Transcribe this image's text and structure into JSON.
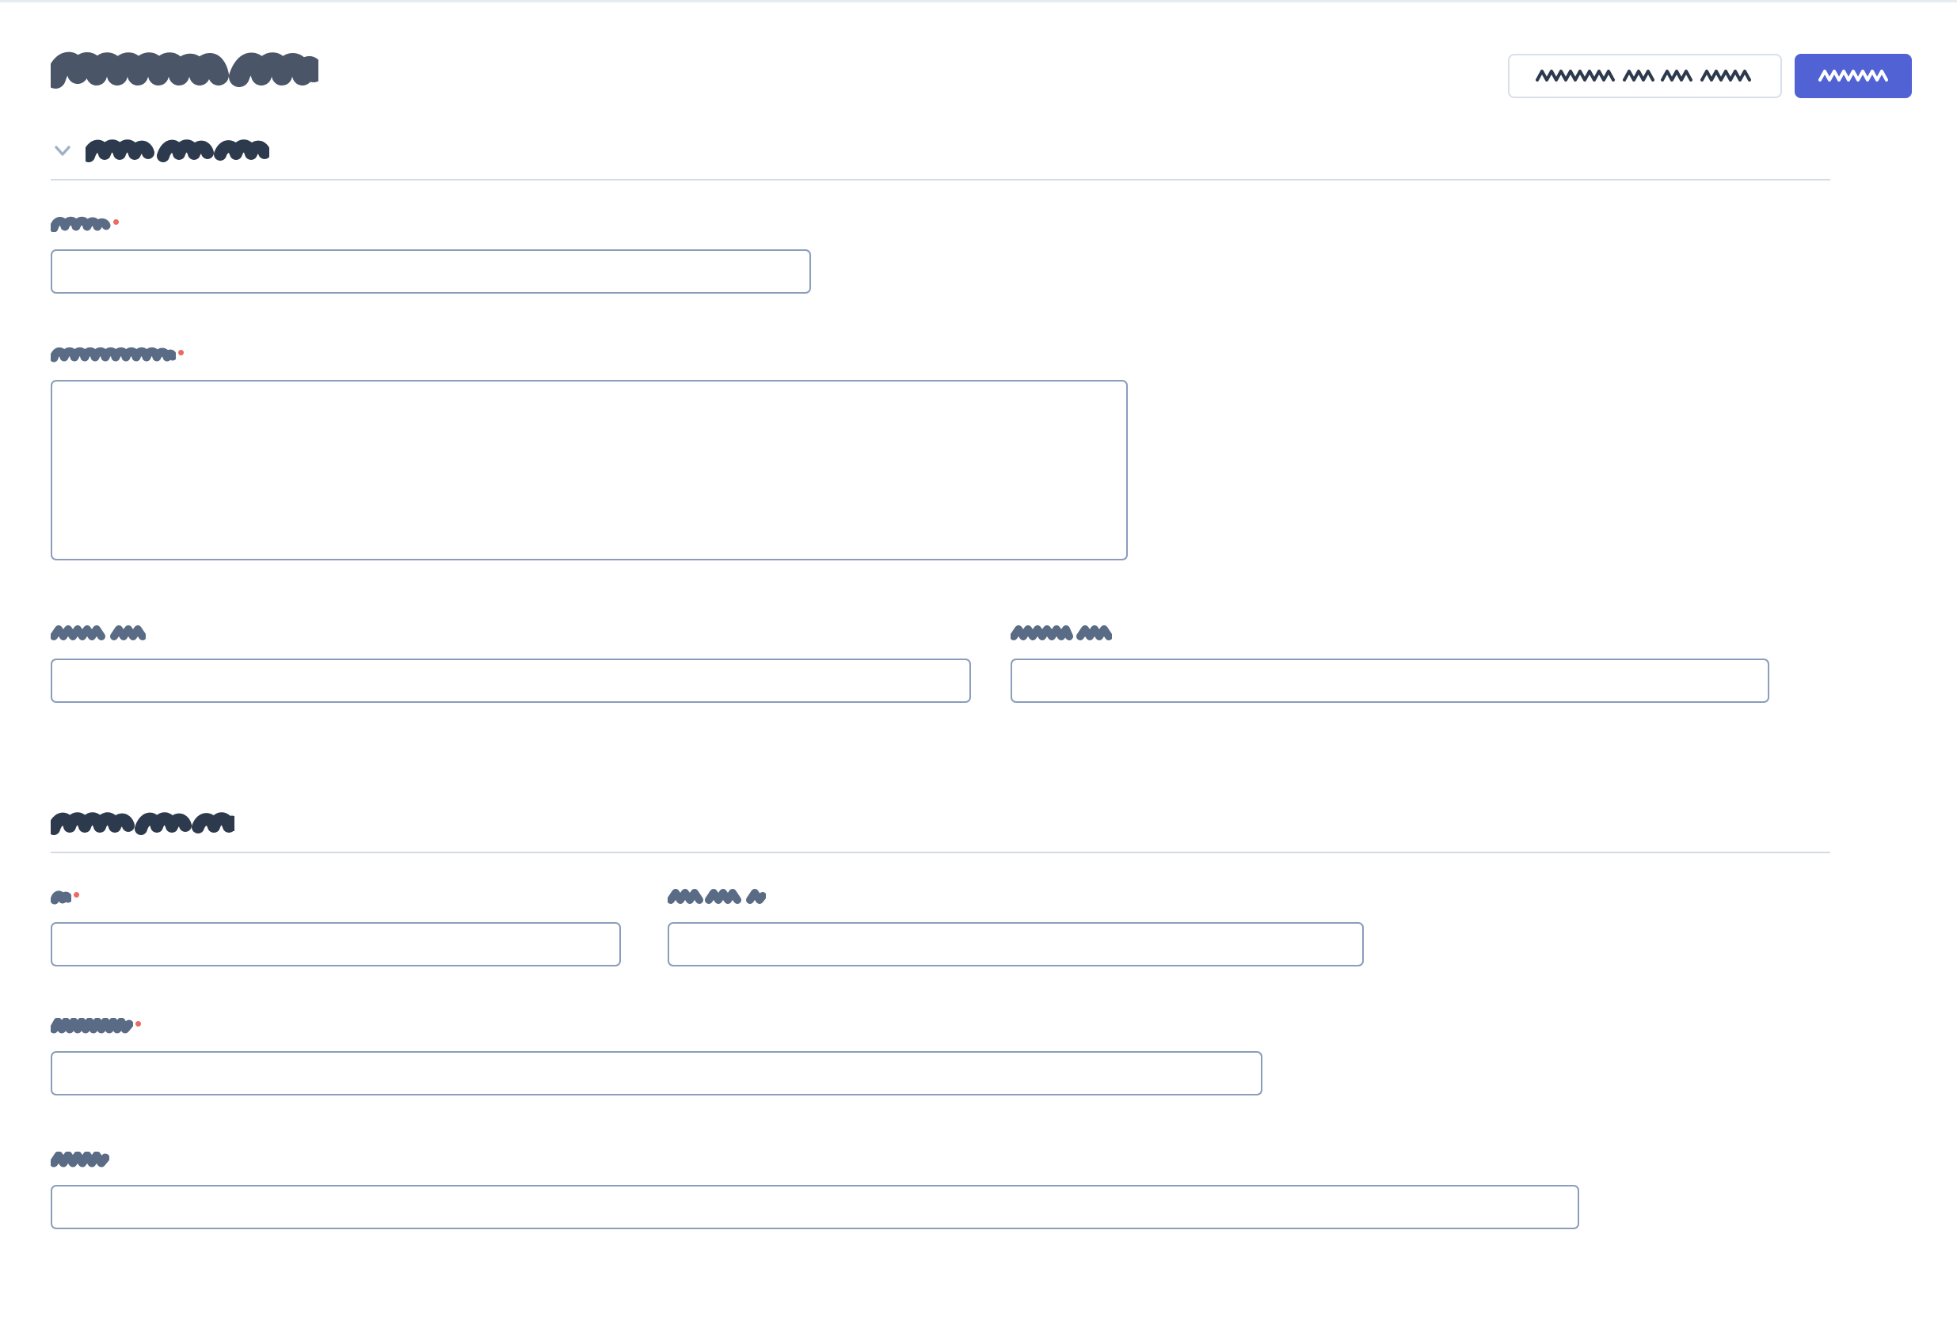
{
  "theme": {
    "accent": "#5162d4",
    "required_marker_color": "#ec6a63",
    "input_border": "#8b9dbb",
    "divider": "#d3dae5",
    "title_color": "#4a5568",
    "label_color": "#5a6b85",
    "section_title_color": "#2d3a4d",
    "page_background": "#ffffff"
  },
  "header": {
    "title": "[redacted]",
    "title_redacted": true,
    "actions": [
      {
        "label": "[redacted]",
        "label_redacted": true,
        "variant": "secondary"
      },
      {
        "label": "[redacted]",
        "label_redacted": true,
        "variant": "primary"
      }
    ]
  },
  "sections": [
    {
      "title": "[redacted]",
      "title_redacted": true,
      "collapsible": true,
      "expanded": true,
      "chevron": "chevron-down-icon",
      "fields": [
        {
          "label": "[redacted]",
          "required": true,
          "type": "text",
          "value": "",
          "placeholder": ""
        },
        {
          "label": "[redacted]",
          "required": true,
          "type": "textarea",
          "value": "",
          "placeholder": ""
        },
        {
          "label": "[redacted]",
          "required": false,
          "type": "text",
          "value": "",
          "placeholder": ""
        },
        {
          "label": "[redacted]",
          "required": false,
          "type": "text",
          "value": "",
          "placeholder": ""
        }
      ]
    },
    {
      "title": "[redacted]",
      "title_redacted": true,
      "collapsible": false,
      "expanded": true,
      "fields": [
        {
          "label": "[redacted]",
          "required": true,
          "type": "text",
          "value": "",
          "placeholder": ""
        },
        {
          "label": "[redacted]",
          "required": false,
          "type": "text",
          "value": "",
          "placeholder": ""
        },
        {
          "label": "[redacted]",
          "required": true,
          "type": "text",
          "value": "",
          "placeholder": ""
        },
        {
          "label": "[redacted]",
          "required": false,
          "type": "text",
          "value": "",
          "placeholder": ""
        }
      ]
    }
  ]
}
